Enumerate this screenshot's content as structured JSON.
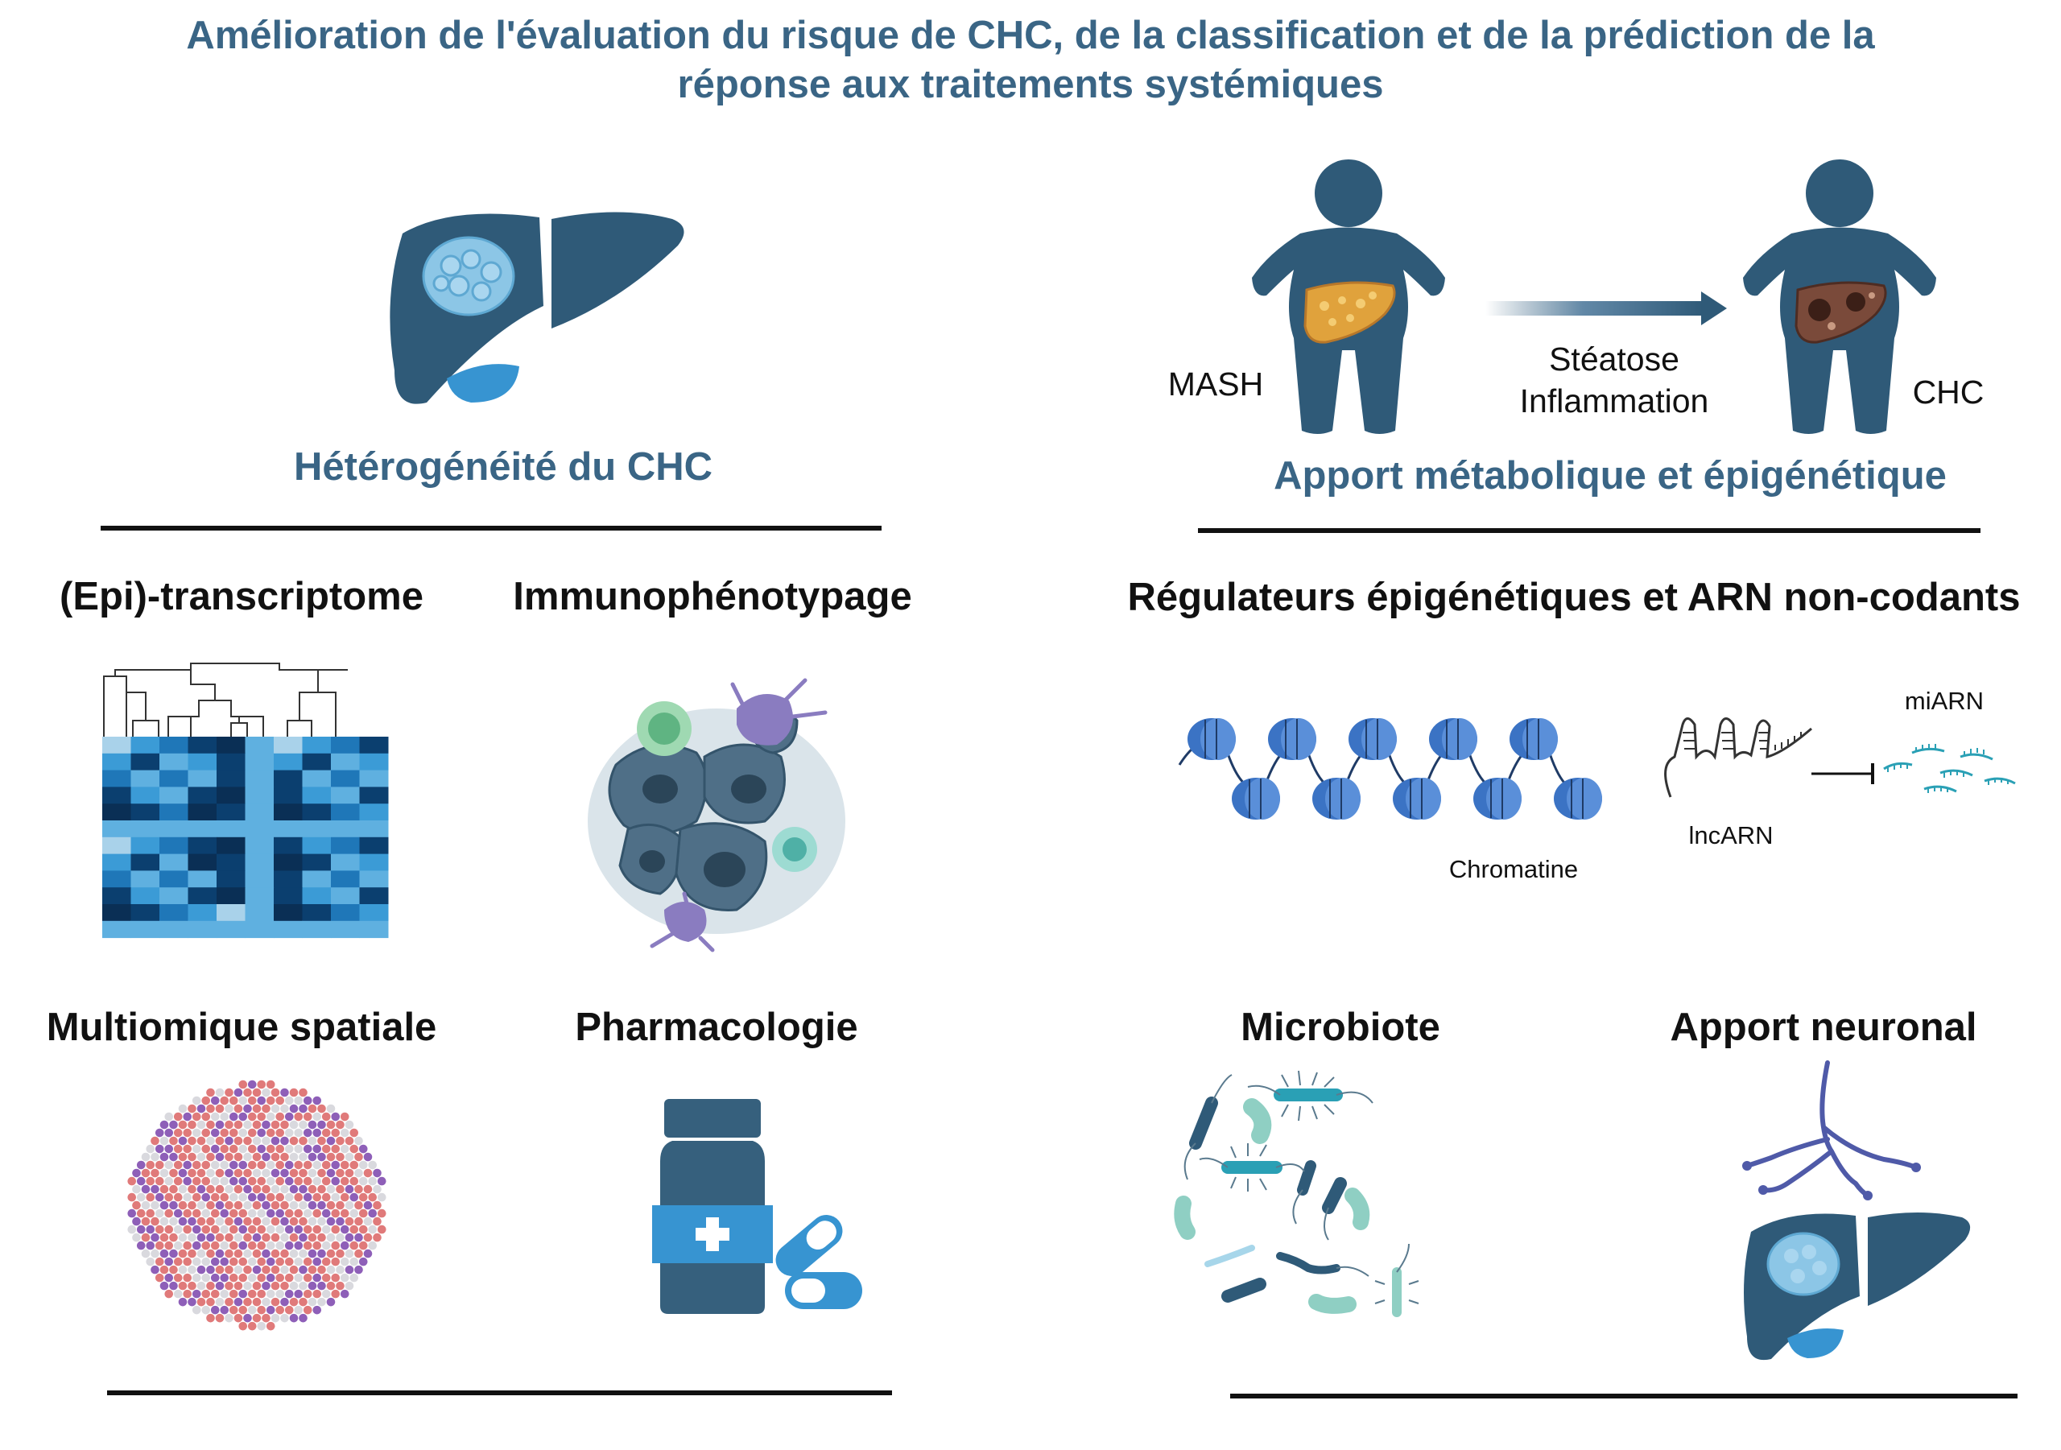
{
  "title": {
    "line1": "Amélioration de l'évaluation du risque de CHC, de la classification et de la prédiction de la",
    "line2": "réponse aux traitements systémiques"
  },
  "left": {
    "subtitle": "Hétérogénéité du CHC",
    "sections": {
      "transcriptome": "(Epi)-transcriptome",
      "immuno": "Immunophénotypage",
      "spatial": "Multiomique spatiale",
      "pharma": "Pharmacologie"
    }
  },
  "right": {
    "subtitle": "Apport métabolique et épigénétique",
    "mash": "MASH",
    "chc": "CHC",
    "arrow_line1": "Stéatose",
    "arrow_line2": "Inflammation",
    "sections": {
      "epigen": "Régulateurs épigénétiques et ARN non-codants",
      "microbiote": "Microbiote",
      "neuro": "Apport neuronal"
    },
    "chromatine": "Chromatine",
    "lncarn": "lncARN",
    "miarn": "miARN"
  },
  "colors": {
    "title": "#3a6585",
    "organ": "#2f5a78",
    "accent_blue": "#3794d1",
    "tumor": "#8cc6e6",
    "heatmap_dark": "#0b3f6f",
    "spot_red": "#e07a7a",
    "spot_purple": "#8e5fb8",
    "spot_grey": "#d9d9de",
    "nucleosome": "#3b73c4",
    "bacteria_teal": "#2aa0b5"
  }
}
